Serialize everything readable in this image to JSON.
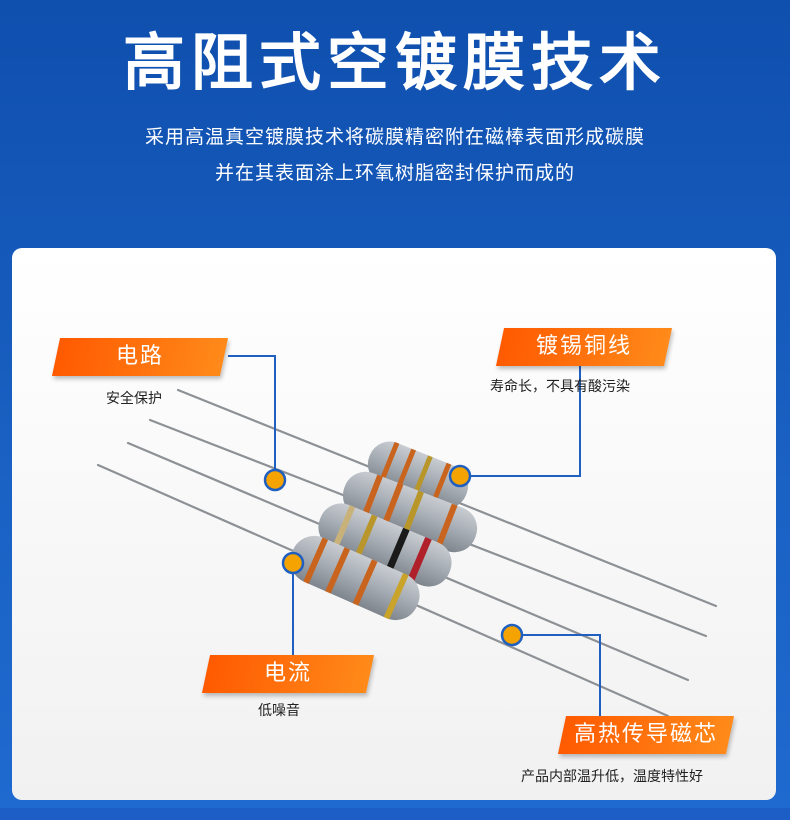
{
  "header": {
    "title": "高阻式空镀膜技术",
    "subtitle_line1": "采用高温真空镀膜技术将碳膜精密附在磁棒表面形成碳膜",
    "subtitle_line2": "并在其表面涂上环氧树脂密封保护而成的"
  },
  "callouts": {
    "circuit": {
      "label": "电路",
      "desc": "安全保护"
    },
    "copper": {
      "label": "镀锡铜线",
      "desc": "寿命长，不具有酸污染"
    },
    "current": {
      "label": "电流",
      "desc": "低噪音"
    },
    "core": {
      "label": "高热传导磁芯",
      "desc": "产品内部温升低，温度特性好"
    }
  },
  "colors": {
    "background": "#1a5bbf",
    "tag_orange": "#ff6a00",
    "marker_fill": "#f5a300",
    "leader_line": "#1f5fc0"
  }
}
